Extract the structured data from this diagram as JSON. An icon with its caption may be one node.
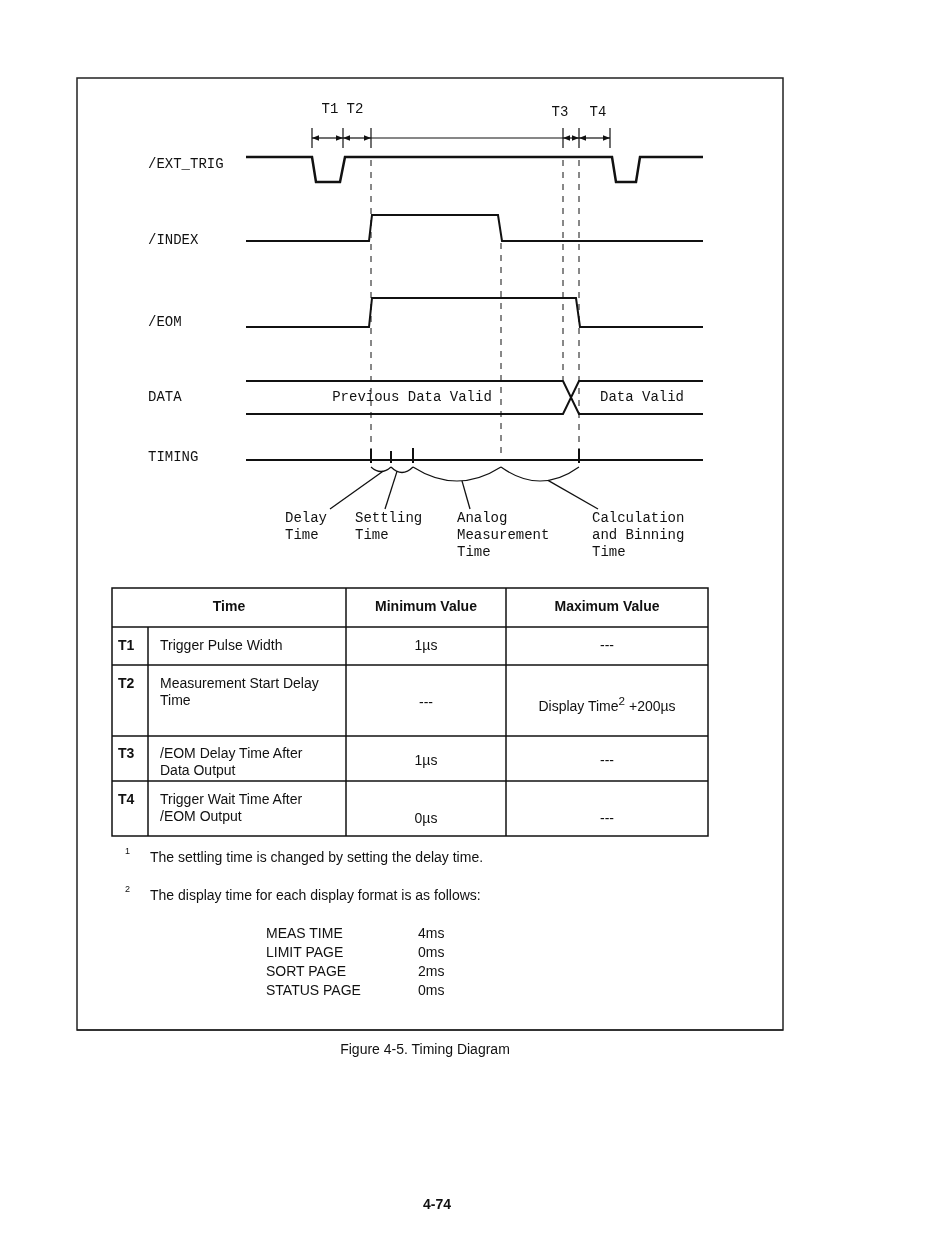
{
  "diagram": {
    "caption": "Figure 4-5. Timing Diagram",
    "nodes": [
      {
        "text": [
          "Delay Time"
        ]
      },
      {
        "text": [
          "Settling Time"
        ]
      },
      {
        "text": [
          "Analog Measurement Time"
        ]
      },
      {
        "text": [
          "Calculation and Binning Time"
        ]
      },
      {
        "text": [],
        "shape": "arc"
      },
      {
        "text": [],
        "shape": "arc"
      },
      {
        "text": [],
        "shape": "arc"
      },
      {
        "text": [],
        "shape": "arc"
      }
    ],
    "edges": [
      {
        "from": 0,
        "to": 4,
        "arrow": "none"
      },
      {
        "from": 1,
        "to": 5,
        "arrow": "none"
      },
      {
        "from": 2,
        "to": 6,
        "arrow": "none"
      },
      {
        "from": 3,
        "to": 7,
        "arrow": "none"
      }
    ],
    "labels": [
      "T1",
      "T2",
      "T3",
      "T4",
      "/EXT_TRIG",
      "/INDEX",
      "/EOM",
      "DATA",
      "Previous Data Valid",
      "Data Valid",
      "TIMING",
      "Time",
      "Minimum Value",
      "Maximum Value",
      "T1",
      "Trigger Pulse Width",
      "1µs",
      "---",
      "T2",
      "Measurement Start Delay Time",
      "---",
      "Display Time$^{2}$ +200µs",
      "T3",
      "/EOM Delay Time After Data Output",
      "1µs",
      "---",
      "T4",
      "Trigger Wait Time After /EOM Output",
      "0µs",
      "---",
      "1",
      "The settling time is changed by setting the delay time.",
      "2",
      "The display time for each display format is as follows:",
      "MEAS TIME",
      "4ms",
      "LIMIT PAGE",
      "0ms",
      "SORT PAGE",
      "2ms",
      "STATUS PAGE",
      "0ms",
      "4-74"
    ]
  }
}
